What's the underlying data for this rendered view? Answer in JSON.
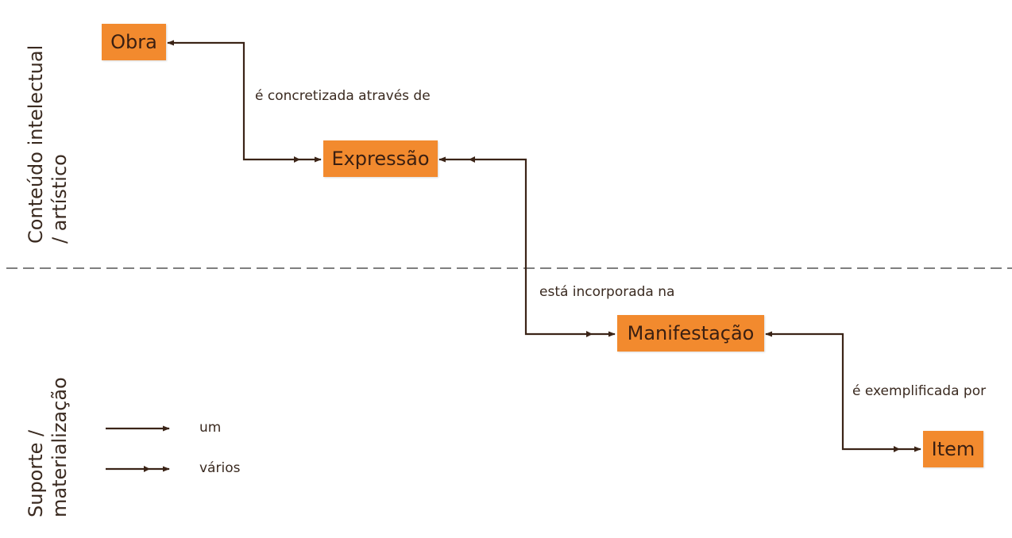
{
  "zones": {
    "upper": {
      "line1": "Conteúdo intelectual",
      "line2": "/ artístico"
    },
    "lower": {
      "line1": "Suporte /",
      "line2": "materialização"
    }
  },
  "entities": {
    "obra": "Obra",
    "expressao": "Expressão",
    "manifestacao": "Manifestação",
    "item": "Item"
  },
  "relations": {
    "obra_expressao": "é concretizada através de",
    "expressao_manifestacao": "está incorporada na",
    "manifestacao_item": "é exemplificada por"
  },
  "legend": {
    "one": "um",
    "many": "vários"
  },
  "colors": {
    "entity_fill": "#f28a2e",
    "line": "#3b2417",
    "divider": "#555555"
  }
}
